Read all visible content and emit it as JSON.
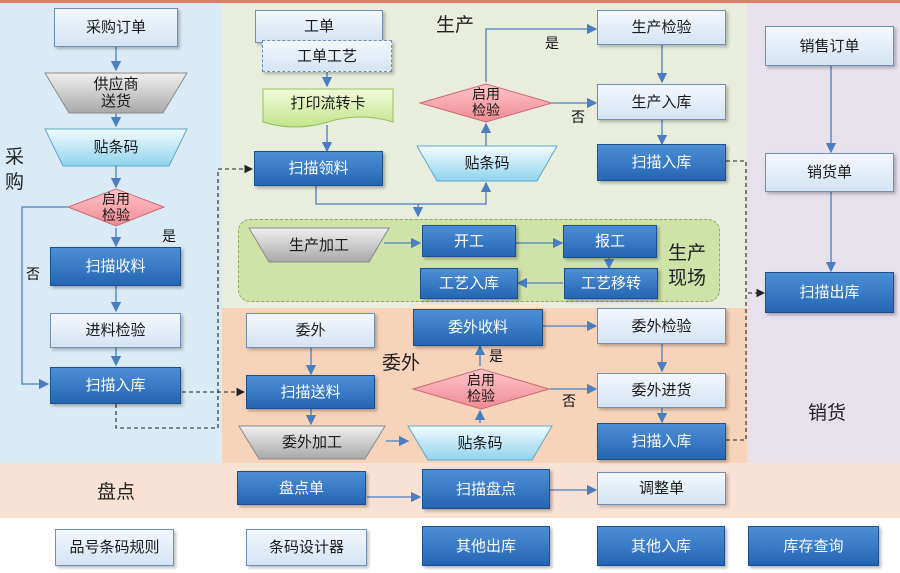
{
  "colors": {
    "procure_bg": "#dbebf5",
    "production_bg": "#e8edde",
    "outsource_bg": "#f7d3b9",
    "sales_bg": "#e7e1ec",
    "inventory_bg": "#f9e2d4",
    "node_blue": "#2e72c0",
    "diamond": "#f4a0a8",
    "field_green": "#cfe2a8",
    "connector": "#4a7ec0"
  },
  "zones": {
    "procurement": "采购",
    "production": "生产",
    "production_floor": "生产\n现场",
    "outsourcing": "委外",
    "sales": "销货",
    "inventory": "盘点"
  },
  "procurement": {
    "purchase_order": "采购订单",
    "supplier_delivery": "供应商\n送货",
    "label_barcode": "贴条码",
    "enable_inspection": "启用\n检验",
    "yes": "是",
    "no": "否",
    "scan_receive": "扫描收料",
    "incoming_inspection": "进料检验",
    "scan_inbound": "扫描入库"
  },
  "production": {
    "work_order": "工单",
    "work_order_process": "工单工艺",
    "print_card": "打印流转卡",
    "scan_pick": "扫描领料",
    "enable_inspection": "启用\n检验",
    "yes": "是",
    "no": "否",
    "label_barcode": "贴条码",
    "production_inspection": "生产检验",
    "production_inbound": "生产入库",
    "scan_inbound": "扫描入库"
  },
  "floor": {
    "processing": "生产加工",
    "start_work": "开工",
    "report_work": "报工",
    "process_inbound": "工艺入库",
    "process_transfer": "工艺移转"
  },
  "outsourcing": {
    "outsource": "委外",
    "scan_send": "扫描送料",
    "outsource_processing": "委外加工",
    "label_barcode": "贴条码",
    "enable_inspection": "启用\n检验",
    "yes": "是",
    "no": "否",
    "outsource_receive": "委外收料",
    "outsource_inspection": "委外检验",
    "outsource_inbound": "委外进货",
    "scan_inbound": "扫描入库"
  },
  "sales": {
    "sales_order": "销售订单",
    "sales_slip": "销货单",
    "scan_outbound": "扫描出库"
  },
  "inventory": {
    "stocktake_sheet": "盘点单",
    "scan_stocktake": "扫描盘点",
    "adjustment_sheet": "调整单"
  },
  "bottom": {
    "barcode_rules": "品号条码规则",
    "barcode_designer": "条码设计器",
    "other_outbound": "其他出库",
    "other_inbound": "其他入库",
    "stock_query": "库存查询"
  }
}
